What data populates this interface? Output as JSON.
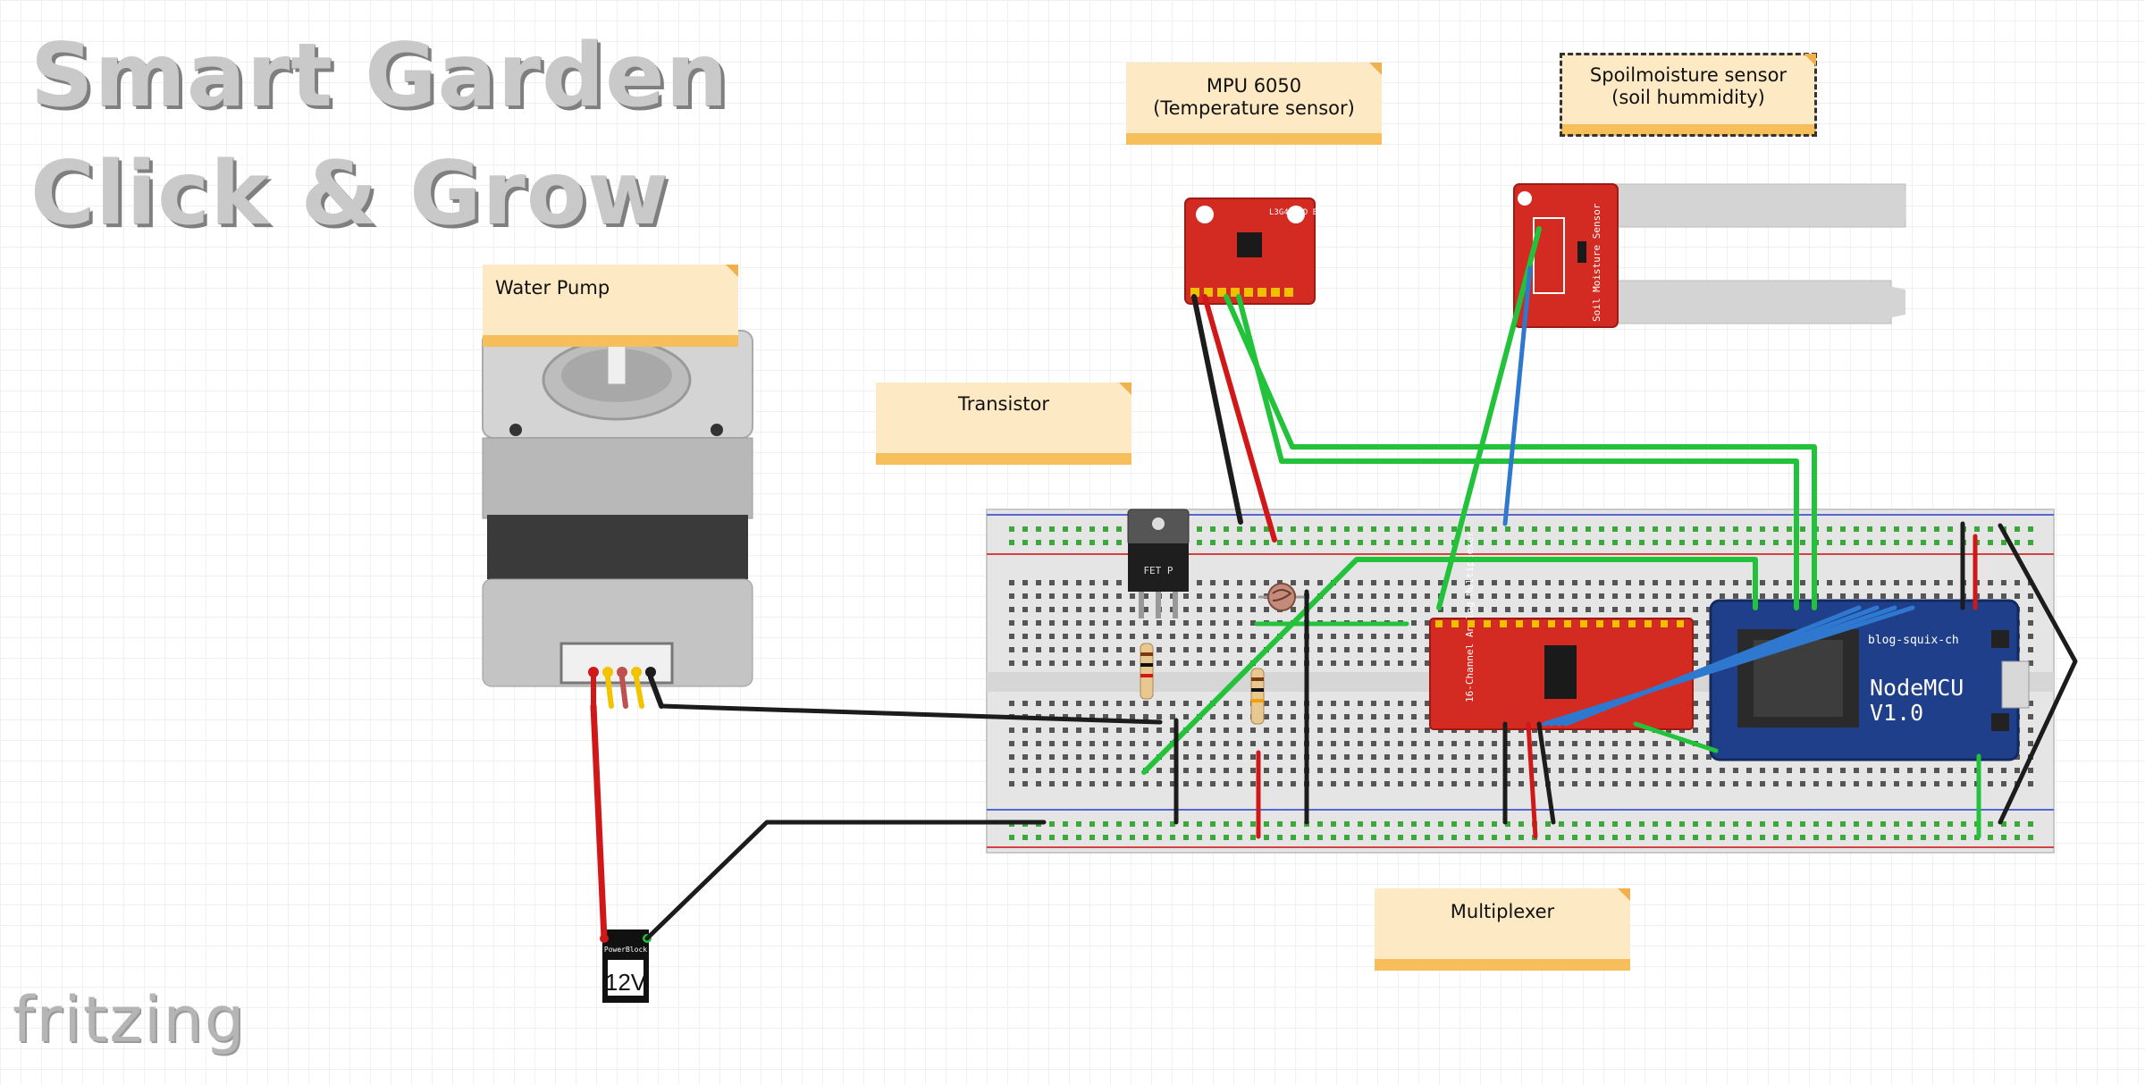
{
  "title": {
    "line1": "Smart Garden",
    "line2": "Click & Grow"
  },
  "notes": {
    "water_pump": "Water Pump",
    "mpu_line1": "MPU 6050",
    "mpu_line2": "(Temperature sensor)",
    "soil_line1": "Spoilmoisture sensor",
    "soil_line2": "(soil hummidity)",
    "transistor": "Transistor",
    "multiplexer": "Multiplexer"
  },
  "components": {
    "mpu_board_label": "L3G4200D Breakout",
    "soil_board_label": "Soil Moisture Sensor",
    "transistor_label": "FET P",
    "multiplexer_label": "16-Channel Analog Multiplexer",
    "nodemcu_site": "blog-squix-ch",
    "nodemcu_name": "NodeMCU",
    "nodemcu_version": "V1.0",
    "battery_brand": "PowerBlock",
    "battery_voltage": "12V"
  },
  "logo": "fritzing",
  "colors": {
    "wire_green": "#22c23a",
    "wire_red": "#d01818",
    "wire_black": "#1c1c1c",
    "wire_blue": "#2f78d0",
    "board_red": "#d32a22",
    "nodemcu_blue": "#1f3f8a",
    "note_fill": "#fde9c4",
    "note_strip": "#f7bf5c"
  }
}
